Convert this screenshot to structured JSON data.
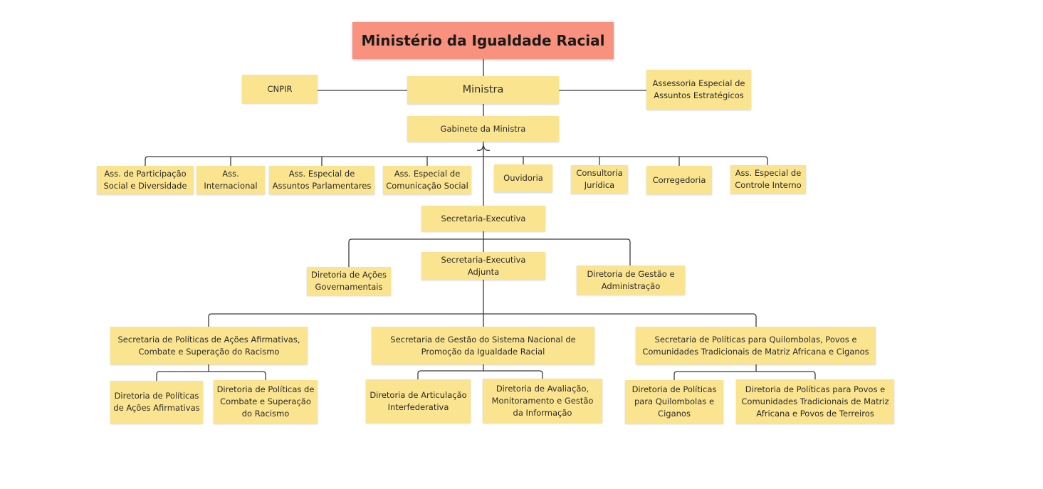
{
  "diagram": {
    "title": "Ministério da Igualdade Racial",
    "top": {
      "cnpir": "CNPIR",
      "ministra": "Ministra",
      "assessoria_estrategica": "Assessoria Especial de\nAssuntos Estratégicos",
      "gabinete": "Gabinete da Ministra"
    },
    "assessorias": [
      "Ass. de Participação\nSocial e Diversidade",
      "Ass.\nInternacional",
      "Ass. Especial de\nAssuntos Parlamentares",
      "Ass. Especial de\nComunicação Social",
      "Ouvidoria",
      "Consultoria\nJurídica",
      "Corregedoria",
      "Ass. Especial de\nControle Interno"
    ],
    "executiva": {
      "secretaria_executiva": "Secretaria-Executiva",
      "secretaria_executiva_adjunta": "Secretaria-Executiva Adjunta",
      "diretoria_acoes": "Diretoria de Ações\nGovernamentais",
      "diretoria_gestao": "Diretoria de Gestão e\nAdministração"
    },
    "secretarias": [
      "Secretaria de Políticas de Ações Afirmativas,\nCombate e Superação do Racismo",
      "Secretaria de Gestão do Sistema Nacional de\nPromoção da Igualdade Racial",
      "Secretaria de Políticas para Quilombolas, Povos e\nComunidades Tradicionais de Matriz Africana e Ciganos"
    ],
    "diretorias": [
      "Diretoria de Políticas\nde Ações Afirmativas",
      "Diretoria de Políticas de\nCombate e Superação\ndo Racismo",
      "Diretoria de Articulação\nInterfederativa",
      "Diretoria de Avaliação,\nMonitoramento e Gestão\nda Informação",
      "Diretoria de Políticas\npara Quilombolas e\nCiganos",
      "Diretoria de Políticas para Povos e\nComunidades Tradicionais de Matriz\nAfricana e Povos de Terreiros"
    ]
  },
  "colors": {
    "title_fill": "#f8917e",
    "node_fill": "#fbe48f",
    "connector": "#3a3a3a"
  }
}
